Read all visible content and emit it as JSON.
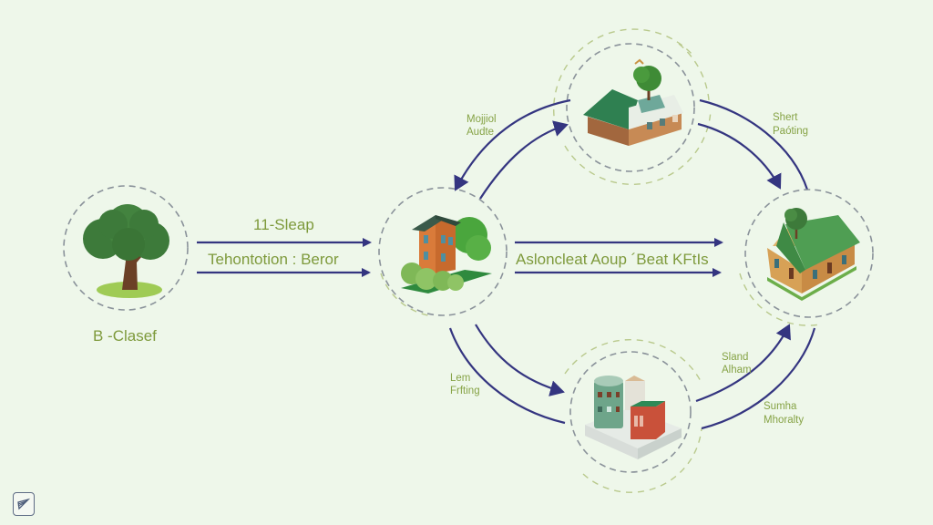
{
  "diagram": {
    "source_node": {
      "label": "B -Clasef",
      "icon": "tree-icon"
    },
    "hub_node": {
      "icon": "townhouse-icon"
    },
    "top_node": {
      "icon": "house-with-tree-icon"
    },
    "right_node": {
      "icon": "cottage-icon"
    },
    "bottom_node": {
      "icon": "industrial-buildings-icon"
    },
    "edges": {
      "source_to_hub_top": "11-Sleap",
      "source_to_hub_bottom": "Tehontotion : Beror",
      "hub_to_right": "Asloncleat Aoup ´Beat KFtIs",
      "top_left": [
        "Mojjiol",
        "Audte"
      ],
      "top_right": [
        "Shert",
        "Paóting"
      ],
      "bottom_left": [
        "Lem",
        "Frfting"
      ],
      "bottom_right_inner": [
        "Sland",
        "Alham"
      ],
      "bottom_right_outer": [
        "Sumha",
        "Mhoralty"
      ]
    },
    "colors": {
      "background": "#eef7ea",
      "arrow": "#343580",
      "label": "#7e9a3c",
      "ring": "#8a929a"
    }
  },
  "corner_button": {
    "icon": "edit-pen-icon"
  }
}
